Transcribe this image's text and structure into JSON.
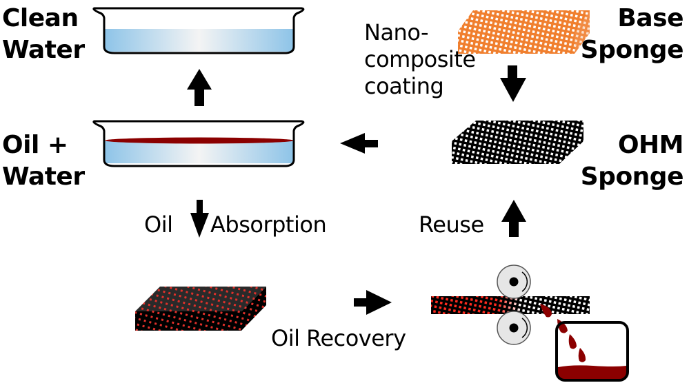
{
  "title": "OHM sponge oil-water separation and recovery cycle",
  "labels": {
    "clean_water": [
      "Clean",
      "Water"
    ],
    "oil_water": [
      "Oil +",
      "Water"
    ],
    "base_sponge": [
      "Base",
      "Sponge"
    ],
    "ohm_sponge": [
      "OHM",
      "Sponge"
    ],
    "coating": [
      "Nano-",
      "composite",
      "coating"
    ],
    "oil_absorption_left": "Oil",
    "oil_absorption_right": "Absorption",
    "reuse": "Reuse",
    "oil_recovery": "Oil Recovery"
  },
  "colors": {
    "water": "#8ec4e8",
    "oil": "#8b0000",
    "base_sponge": "#f07f2e",
    "ohm_sponge": "#000000",
    "absorbed_pores": "#e0302a",
    "roller": "#e6e6e6",
    "arrow": "#000000"
  },
  "steps": [
    {
      "from": "Base Sponge",
      "to": "OHM Sponge",
      "via": "Nano-composite coating"
    },
    {
      "from": "OHM Sponge",
      "to": "Oil + Water"
    },
    {
      "from": "Oil + Water",
      "to": "Clean Water"
    },
    {
      "from": "Oil + Water",
      "to": "Oil-soaked sponge",
      "via": "Oil Absorption"
    },
    {
      "from": "Oil-soaked sponge",
      "to": "Squeezing rollers",
      "via": "Oil Recovery"
    },
    {
      "from": "Squeezing rollers",
      "to": "OHM Sponge",
      "via": "Reuse"
    }
  ]
}
